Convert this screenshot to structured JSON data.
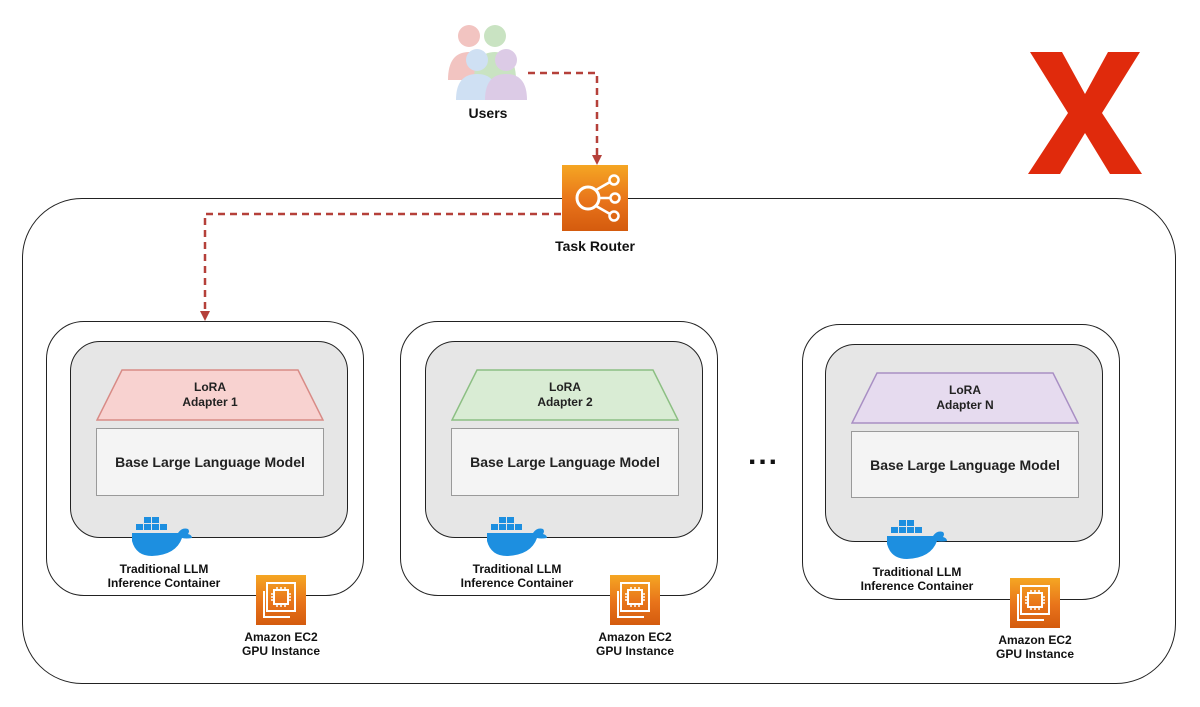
{
  "users": {
    "label": "Users",
    "icon": "users-group-icon"
  },
  "task_router": {
    "label": "Task Router",
    "icon": "task-router-icon"
  },
  "deprecated_mark": {
    "icon": "red-x-icon",
    "color": "#e02a0c"
  },
  "ellipsis": "...",
  "instances": [
    {
      "adapter_line1": "LoRA",
      "adapter_line2": "Adapter 1",
      "adapter_color": "#f8d2d0",
      "adapter_border": "#d88b86",
      "model_label": "Base Large Language Model",
      "container_line1": "Traditional LLM",
      "container_line2": "Inference Container",
      "ec2_line1": "Amazon EC2",
      "ec2_line2": "GPU Instance"
    },
    {
      "adapter_line1": "LoRA",
      "adapter_line2": "Adapter 2",
      "adapter_color": "#d9ecd4",
      "adapter_border": "#8cbf83",
      "model_label": "Base Large Language Model",
      "container_line1": "Traditional LLM",
      "container_line2": "Inference Container",
      "ec2_line1": "Amazon EC2",
      "ec2_line2": "GPU Instance"
    },
    {
      "adapter_line1": "LoRA",
      "adapter_line2": "Adapter N",
      "adapter_color": "#e6dbef",
      "adapter_border": "#a98fc4",
      "model_label": "Base Large Language Model",
      "container_line1": "Traditional LLM",
      "container_line2": "Inference Container",
      "ec2_line1": "Amazon EC2",
      "ec2_line2": "GPU Instance"
    }
  ],
  "connector_color": "#b5403a"
}
